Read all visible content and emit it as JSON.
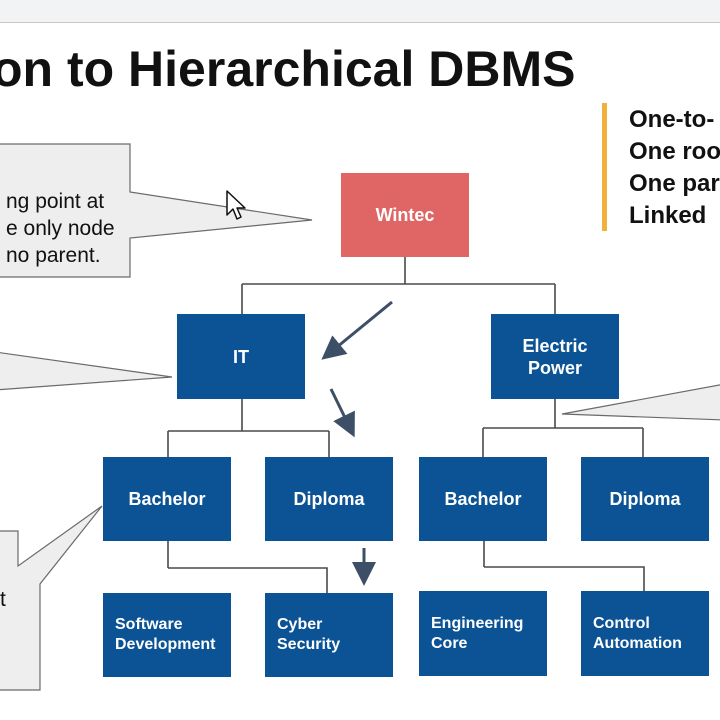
{
  "slide": {
    "title": "on to Hierarchical DBMS",
    "side_list": [
      "One-to-",
      "One roo",
      "One par",
      "Linked"
    ]
  },
  "callouts": {
    "root_note": [
      "ng point at",
      "e only node",
      "no parent."
    ],
    "lower_note": "t"
  },
  "tree": {
    "root": "Wintec",
    "level1": [
      "IT",
      "Electric\nPower"
    ],
    "level2": [
      "Bachelor",
      "Diploma",
      "Bachelor",
      "Diploma"
    ],
    "level3": [
      "Software\nDevelopment",
      "Cyber\nSecurity",
      "Engineering\nCore",
      "Control\nAutomation"
    ]
  },
  "colors": {
    "root_fill": "#e06666",
    "node_fill": "#0b5394",
    "connector": "#4a4a4a",
    "arrow": "#3d4f66",
    "accent_bar": "#f1b13f",
    "callout_fill": "#eeeeee",
    "callout_stroke": "#6a6a6a"
  }
}
